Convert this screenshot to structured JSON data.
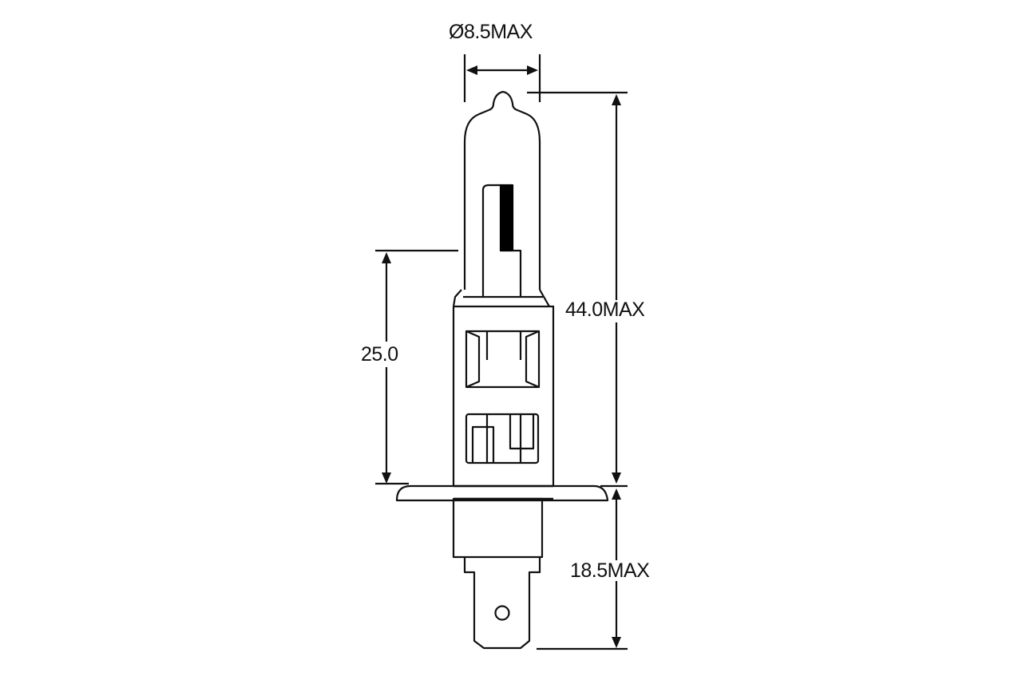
{
  "diagram": {
    "subject": "H1 halogen bulb dimension drawing",
    "colors": {
      "line": "#111111",
      "background": "#ffffff",
      "filament_fill": "#000000"
    },
    "dimensions": {
      "diameter": {
        "label": "Ø8.5MAX",
        "value": 8.5,
        "qualifier": "MAX",
        "type": "diameter"
      },
      "overall_height": {
        "label": "44.0MAX",
        "value": 44.0,
        "qualifier": "MAX",
        "type": "vertical"
      },
      "light_center_height": {
        "label": "25.0",
        "value": 25.0,
        "type": "vertical"
      },
      "base_length": {
        "label": "18.5MAX",
        "value": 18.5,
        "qualifier": "MAX",
        "type": "vertical"
      }
    },
    "parts": [
      "glass-envelope",
      "tip",
      "filament",
      "lead-wire",
      "base-collar",
      "upper-window",
      "lower-window",
      "flange",
      "base-body",
      "terminal-tab",
      "terminal-hole"
    ]
  }
}
